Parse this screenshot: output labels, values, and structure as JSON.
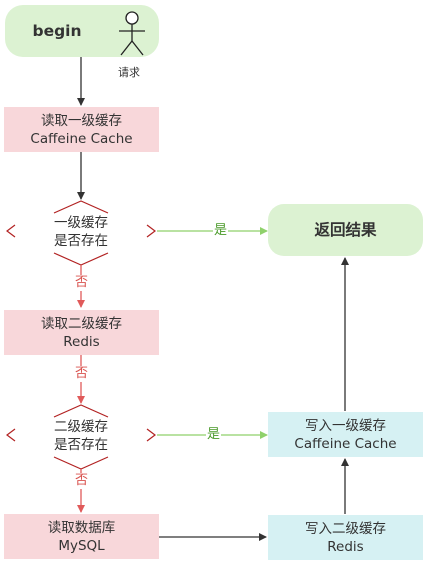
{
  "nodes": {
    "begin": "begin",
    "actor_caption": "请求",
    "read_l1": [
      "读取一级缓存",
      "Caffeine Cache"
    ],
    "check_l1": [
      "一级缓存",
      "是否存在"
    ],
    "return_result": "返回结果",
    "read_l2": [
      "读取二级缓存",
      "Redis"
    ],
    "check_l2": [
      "二级缓存",
      "是否存在"
    ],
    "write_l1": [
      "写入一级缓存",
      "Caffeine Cache"
    ],
    "read_db": [
      "读取数据库",
      "MySQL"
    ],
    "write_l2": [
      "写入二级缓存",
      "Redis"
    ]
  },
  "edge_labels": {
    "yes": "是",
    "no": "否"
  },
  "colors": {
    "terminal": "#dcf2d2",
    "step_read": "#f8d7da",
    "step_write": "#d6f1f3",
    "decision_stroke": "#b22222",
    "edge_default": "#333333",
    "edge_no": "#e05a5a",
    "edge_yes": "#8fd16b"
  }
}
